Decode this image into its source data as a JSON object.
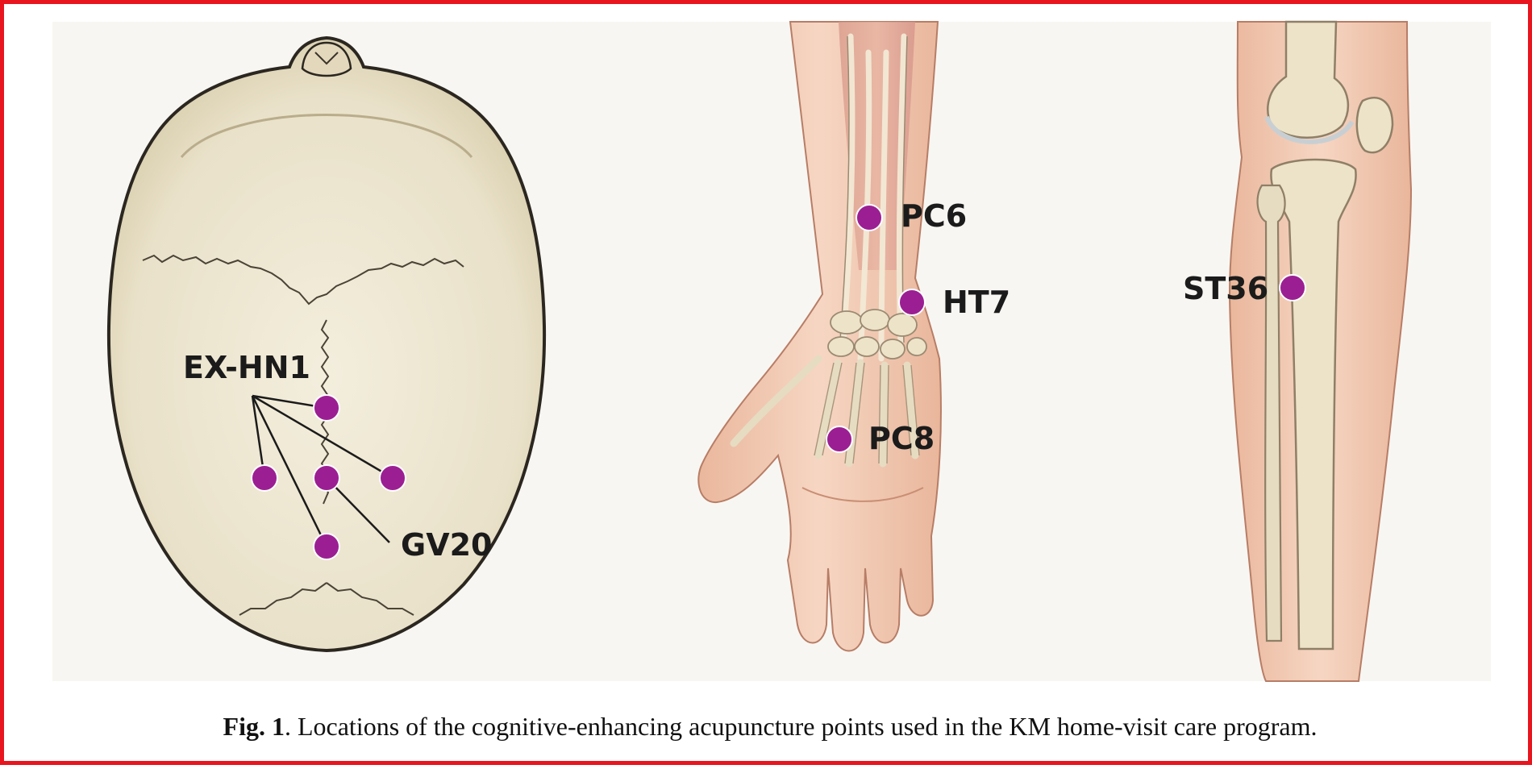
{
  "colors": {
    "frame_border": "#e8141e",
    "point_marker": "#9b1f92",
    "bone": "#ede6d1",
    "skin": "#f2c9b2",
    "panel_background": "#f8f6f2"
  },
  "figures": [
    {
      "name": "skull",
      "points": [
        {
          "label": "EX-HN1",
          "markers": 4
        },
        {
          "label": "GV20",
          "markers": 1
        }
      ]
    },
    {
      "name": "forearm-and-hand",
      "points": [
        {
          "label": "PC6"
        },
        {
          "label": "HT7"
        },
        {
          "label": "PC8"
        }
      ]
    },
    {
      "name": "lower-leg",
      "points": [
        {
          "label": "ST36"
        }
      ]
    }
  ],
  "caption": {
    "fig_label": "Fig. 1",
    "text": ".  Locations of the cognitive-enhancing acupuncture points used in the KM home-visit care program."
  }
}
